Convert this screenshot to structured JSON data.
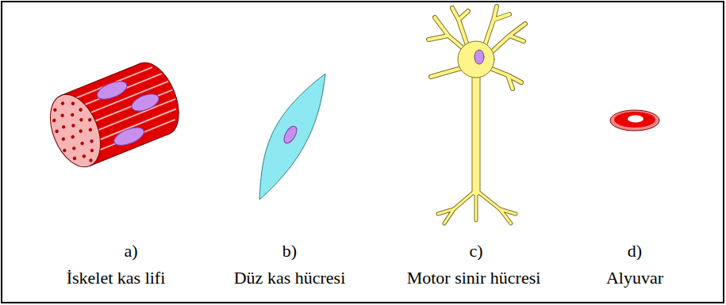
{
  "diagram": {
    "labels": [
      "a)",
      "İskelet kas lifi",
      "b)",
      "Düz kas hücresi",
      "c)",
      "Motor sinir hücresi",
      "d)",
      "Alyuvar"
    ]
  }
}
